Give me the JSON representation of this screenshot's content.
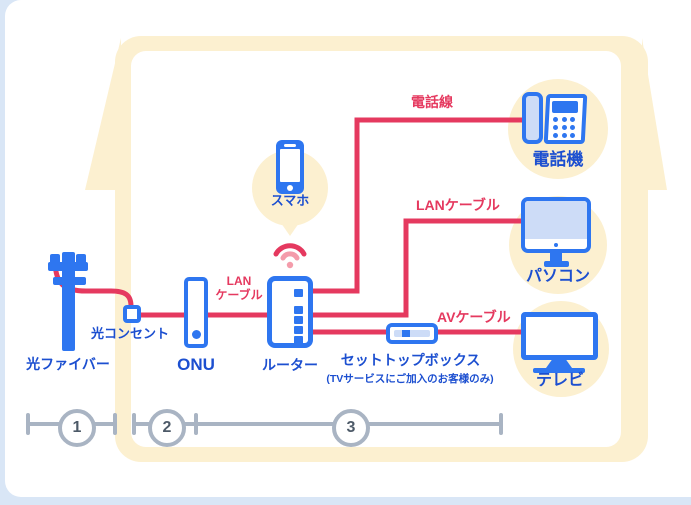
{
  "palette": {
    "background": "#d9e6f6",
    "panel": "#ffffff",
    "house_cream": "#fcf0d0",
    "device_blue": "#2e76f0",
    "device_fill": "#cddcf7",
    "label_blue": "#1c4fd0",
    "cable_red": "#e5395f",
    "wifi_pink": "#f49cab",
    "timeline_gray": "#a9b4c3",
    "step_number_gray": "#4d5a68"
  },
  "outdoor": {
    "pole_label": "光ファイバー",
    "outlet_label": "光コンセント"
  },
  "indoor": {
    "onu_label": "ONU",
    "router_label": "ルーター",
    "smartphone_label": "スマホ",
    "lan_cable_short_label": "LAN\nケーブル",
    "phone": {
      "cable_label": "電話線",
      "device_label": "電話機"
    },
    "pc": {
      "cable_label": "LANケーブル",
      "device_label": "パソコン"
    },
    "tv": {
      "cable_label": "AVケーブル",
      "device_label": "テレビ"
    },
    "stb": {
      "label": "セットトップボックス",
      "note": "(TVサービスにご加入のお客様のみ)"
    }
  },
  "steps": [
    {
      "number": "1"
    },
    {
      "number": "2"
    },
    {
      "number": "3"
    }
  ]
}
